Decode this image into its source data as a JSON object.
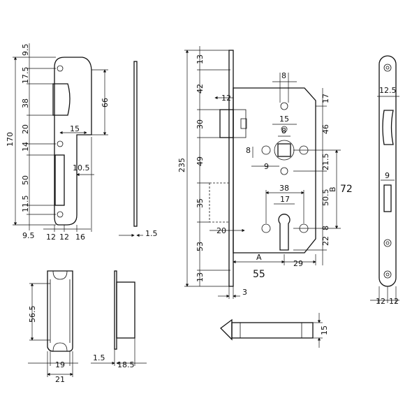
{
  "strike_plate_front": {
    "d_9_5_top": "9.5",
    "d_17_5": "17.5",
    "d_38": "38",
    "d_170": "170",
    "d_66": "66",
    "d_20": "20",
    "d_15": "15",
    "d_14": "14",
    "d_10_5": "10.5",
    "d_50": "50",
    "d_11_5": "11.5",
    "d_9_5_bot": "9.5",
    "d_12a": "12",
    "d_12b": "12",
    "d_16": "16"
  },
  "strike_plate_side": {
    "d_1_5": "1.5"
  },
  "lock_body": {
    "d_13_top": "13",
    "d_42": "42",
    "d_12": "12",
    "d_30": "30",
    "d_235": "235",
    "d_49": "49",
    "d_35": "35",
    "d_20": "20",
    "d_53": "53",
    "d_13_bot": "13",
    "d_8_top": "8",
    "d_15": "15",
    "d_8_mid": "8",
    "d_8_left": "8",
    "d_9": "9",
    "d_38": "38",
    "d_17_cyl": "17",
    "d_17_right": "17",
    "d_46": "46",
    "d_21_5": "21.5",
    "d_50_5": "50.5",
    "d_8_right": "8",
    "d_22": "22",
    "label_B": "B",
    "value_72": "72",
    "label_A": "A",
    "value_55": "55",
    "d_29": "29",
    "d_3": "3"
  },
  "faceplate": {
    "d_12_5": "12.5",
    "d_9": "9",
    "d_12a": "12",
    "d_12b": "12"
  },
  "strike_box_front": {
    "d_56_5": "56.5",
    "d_19": "19",
    "d_21": "21"
  },
  "strike_box_side": {
    "d_1_5": "1.5",
    "d_18_5": "18.5"
  },
  "latch_side": {
    "d_15": "15"
  }
}
